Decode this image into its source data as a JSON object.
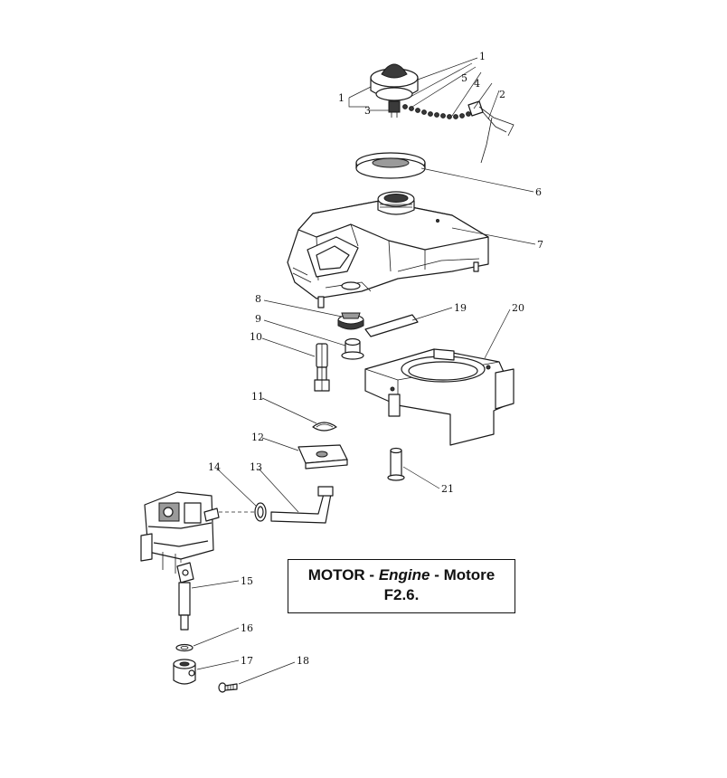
{
  "caption": {
    "line1_a": "MOTOR - ",
    "line1_b": "Engine",
    "line1_c": " - Motore",
    "line2": "F2.6."
  },
  "callouts": [
    "1",
    "2",
    "3",
    "4",
    "5",
    "6",
    "7",
    "8",
    "9",
    "10",
    "11",
    "12",
    "13",
    "14",
    "15",
    "16",
    "17",
    "18",
    "19",
    "20",
    "21"
  ]
}
